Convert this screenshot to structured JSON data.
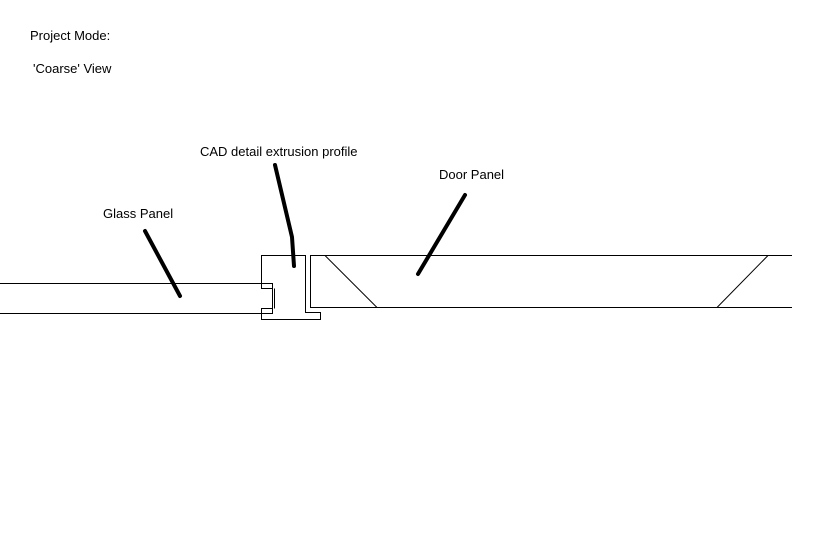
{
  "header": {
    "mode_label": "Project Mode:",
    "view_label": "'Coarse' View"
  },
  "annotations": {
    "cad_profile": "CAD detail extrusion profile",
    "door_panel": "Door Panel",
    "glass_panel": "Glass Panel"
  }
}
